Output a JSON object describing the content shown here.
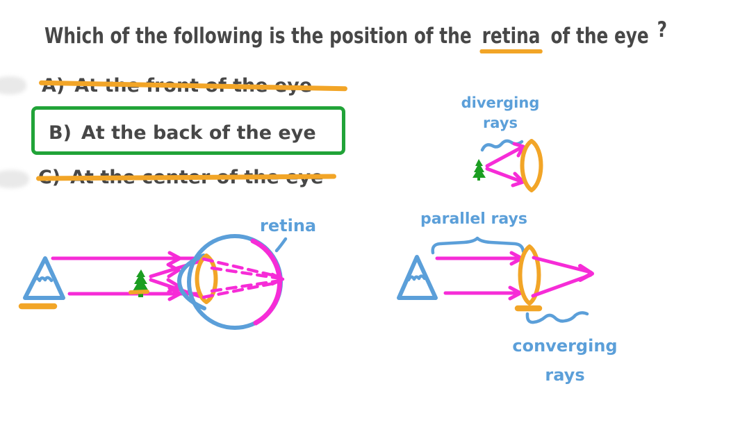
{
  "question": {
    "prefix": "Which of the following is the position of the",
    "keyword": "retina",
    "suffix": "of the eye",
    "qmark": "?"
  },
  "options": [
    {
      "letter": "A)",
      "text": "At the front of the eye",
      "state": "eliminated"
    },
    {
      "letter": "B)",
      "text": "At the back of the eye",
      "state": "correct"
    },
    {
      "letter": "C)",
      "text": "At the center of the eye",
      "state": "eliminated"
    }
  ],
  "diagram_labels": {
    "retina": "retina",
    "diverging_line1": "diverging",
    "diverging_line2": "rays",
    "parallel": "parallel rays",
    "converging_line1": "converging",
    "converging_line2": "rays"
  },
  "colors": {
    "background": "#ffffff",
    "ink": "#474747",
    "blue": "#5b9fd9",
    "magenta": "#f62cd7",
    "orange": "#f2a527",
    "green_correct": "#21a338",
    "green_tree": "#1b9e21",
    "smudge": "#e9e9e9"
  }
}
